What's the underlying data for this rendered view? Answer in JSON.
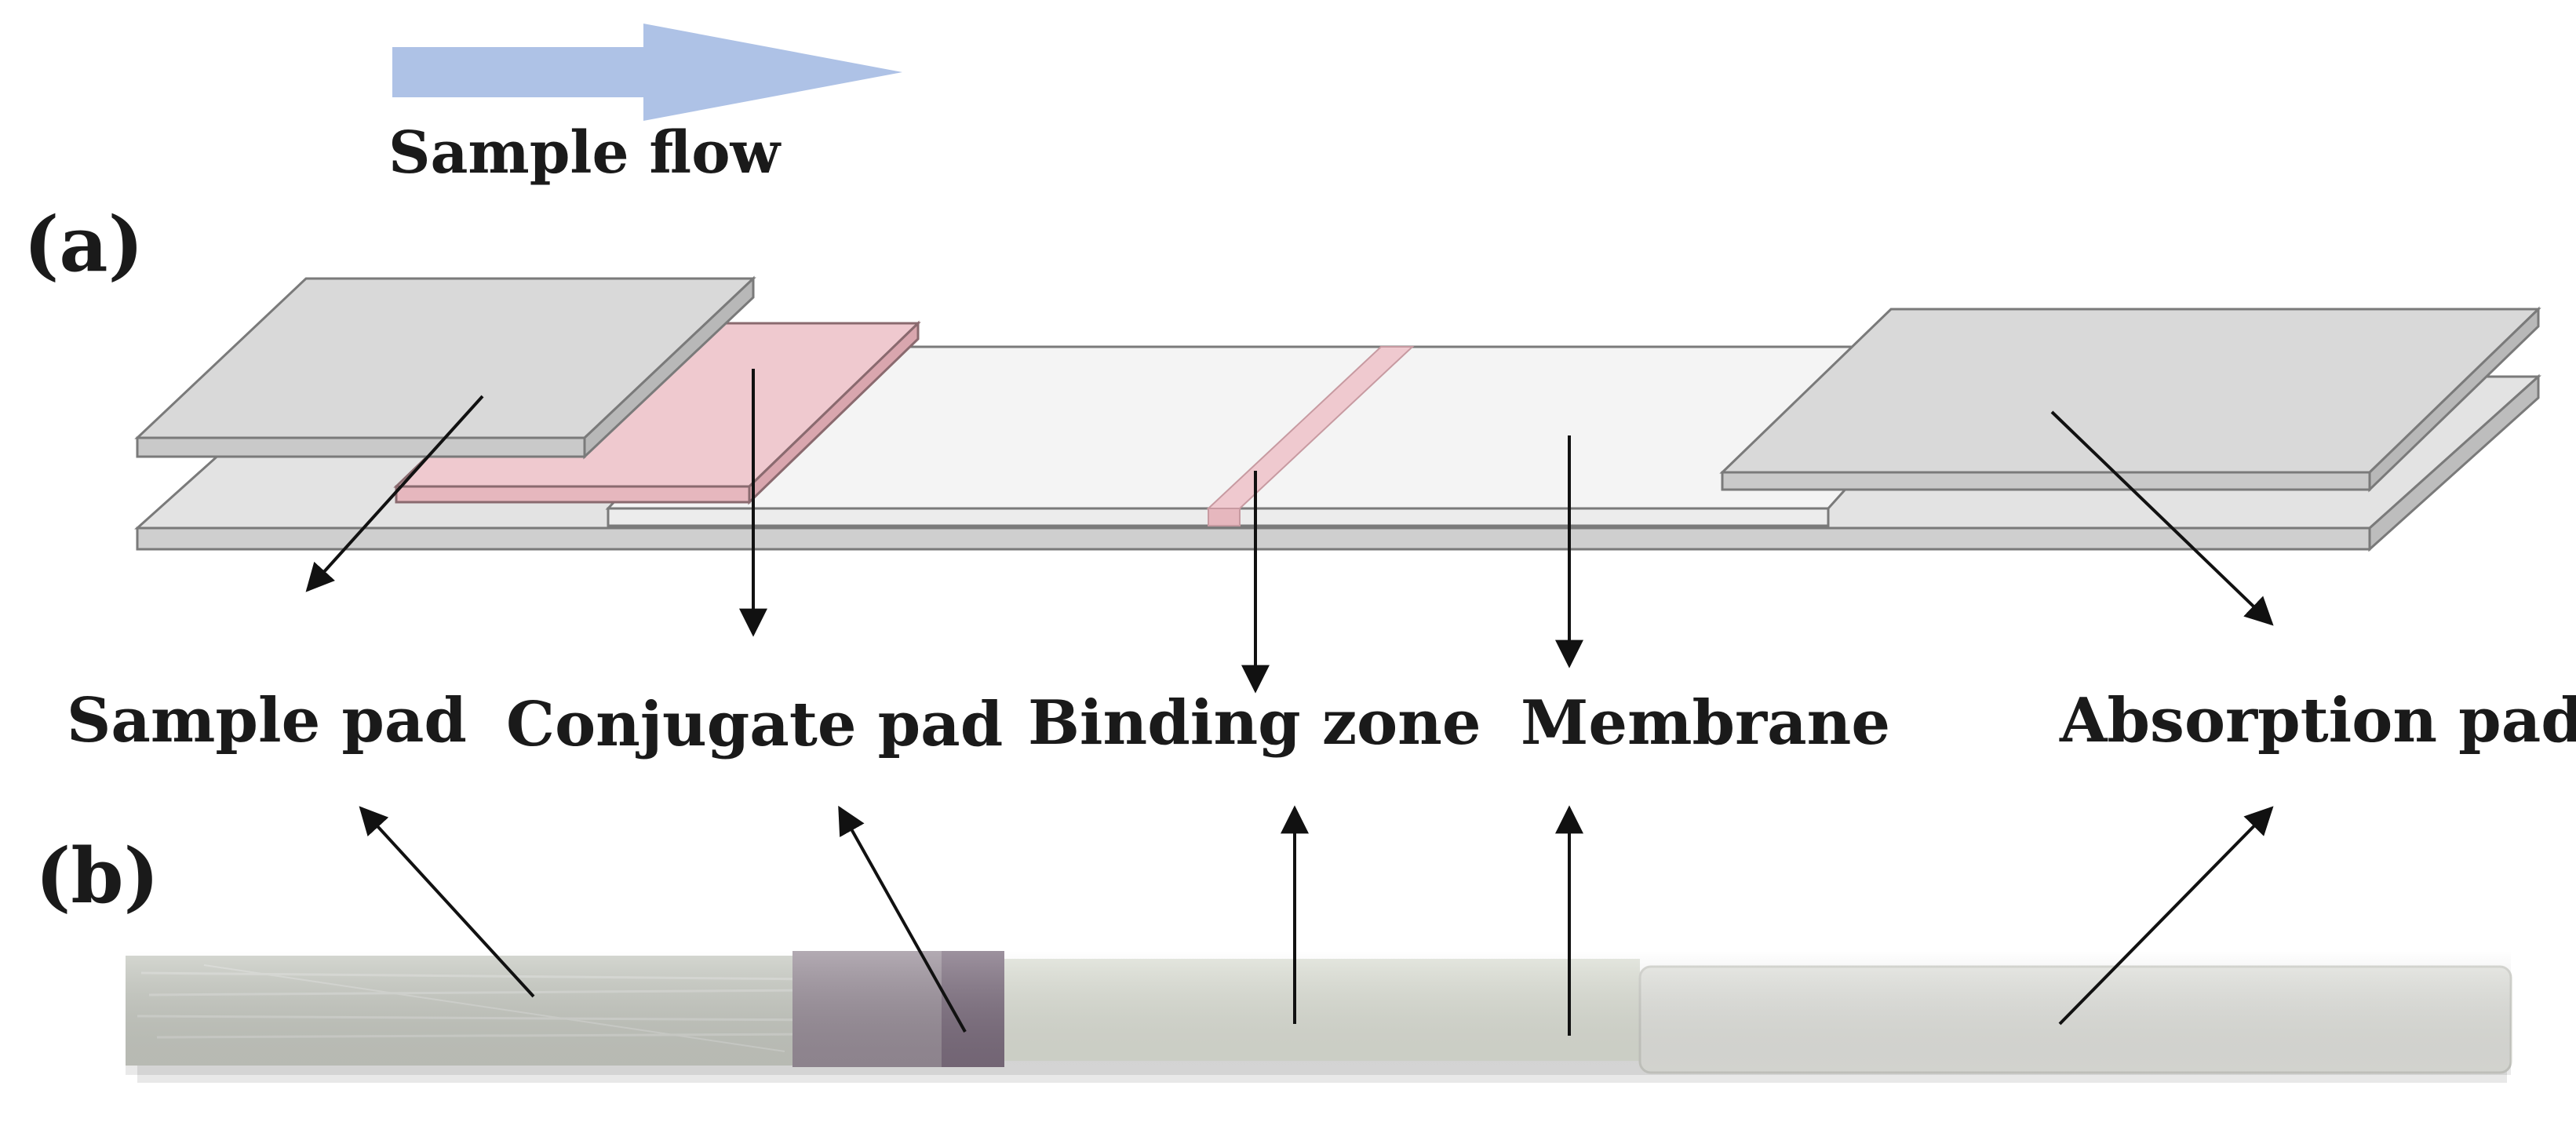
{
  "flow": {
    "label": "Sample flow"
  },
  "panels": {
    "a": "(a)",
    "b": "(b)"
  },
  "parts": {
    "sample_pad": "Sample pad",
    "conjugate_pad": "Conjugate pad",
    "binding_zone": "Binding zone",
    "membrane": "Membrane",
    "absorption_pad": "Absorption pad"
  },
  "colors": {
    "pad_gray": "#d9d9d9",
    "pad_edge": "#7a7a7a",
    "conjugate_pink": "#efc9cf",
    "membrane_white": "#f4f4f4",
    "flow_arrow": "#aec2e6",
    "photo_pad": "#c9ccc4",
    "photo_membrane": "#dfe2d8",
    "photo_absorption": "#e6e7e2",
    "photo_conjugate": "#8c7f8c"
  }
}
